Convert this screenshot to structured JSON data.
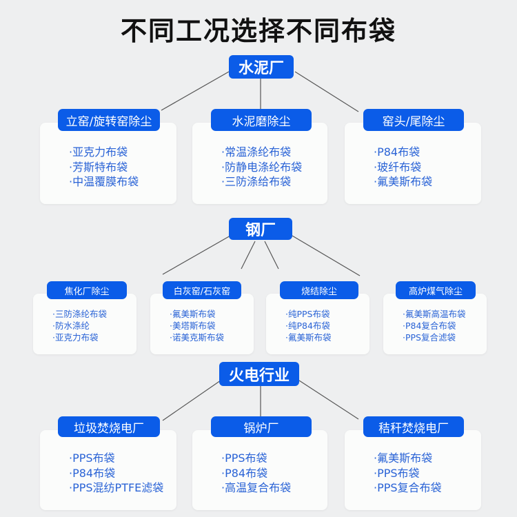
{
  "title": "不同工况选择不同布袋",
  "colors": {
    "accent": "#0b5ce8",
    "item_text": "#2a63d6",
    "background": "#eeeff0"
  },
  "sections": [
    {
      "name": "水泥厂",
      "branches": [
        {
          "label": "立窑/旋转窑除尘",
          "items": [
            "·亚克力布袋",
            "·芳斯特布袋",
            "·中温覆膜布袋"
          ]
        },
        {
          "label": "水泥磨除尘",
          "items": [
            "·常温涤纶布袋",
            "·防静电涤纶布袋",
            "·三防涤给布袋"
          ]
        },
        {
          "label": "窑头/尾除尘",
          "items": [
            "·P84布袋",
            "·玻纤布袋",
            "·氟美斯布袋"
          ]
        }
      ]
    },
    {
      "name": "钢厂",
      "branches": [
        {
          "label": "焦化厂除尘",
          "items": [
            "·三防涤纶布袋",
            "·防水涤纶",
            "·亚克力布袋"
          ]
        },
        {
          "label": "白灰窑/石灰窑",
          "items": [
            "·氟美斯布袋",
            "·美塔斯布袋",
            "·诺美克斯布袋"
          ]
        },
        {
          "label": "烧结除尘",
          "items": [
            "·纯PPS布袋",
            "·纯P84布袋",
            "·氟美斯布袋"
          ]
        },
        {
          "label": "高炉煤气除尘",
          "items": [
            "·氟美斯高温布袋",
            "·P84复合布袋",
            "·PPS复合滤袋"
          ]
        }
      ]
    },
    {
      "name": "火电行业",
      "branches": [
        {
          "label": "垃圾焚烧电厂",
          "items": [
            "·PPS布袋",
            "·P84布袋",
            "·PPS混纺PTFE滤袋"
          ]
        },
        {
          "label": "锅炉厂",
          "items": [
            "·PPS布袋",
            "·P84布袋",
            "·高温复合布袋"
          ]
        },
        {
          "label": "秸秆焚烧电厂",
          "items": [
            "·氟美斯布袋",
            "·PPS布袋",
            "·PPS复合布袋"
          ]
        }
      ]
    }
  ]
}
